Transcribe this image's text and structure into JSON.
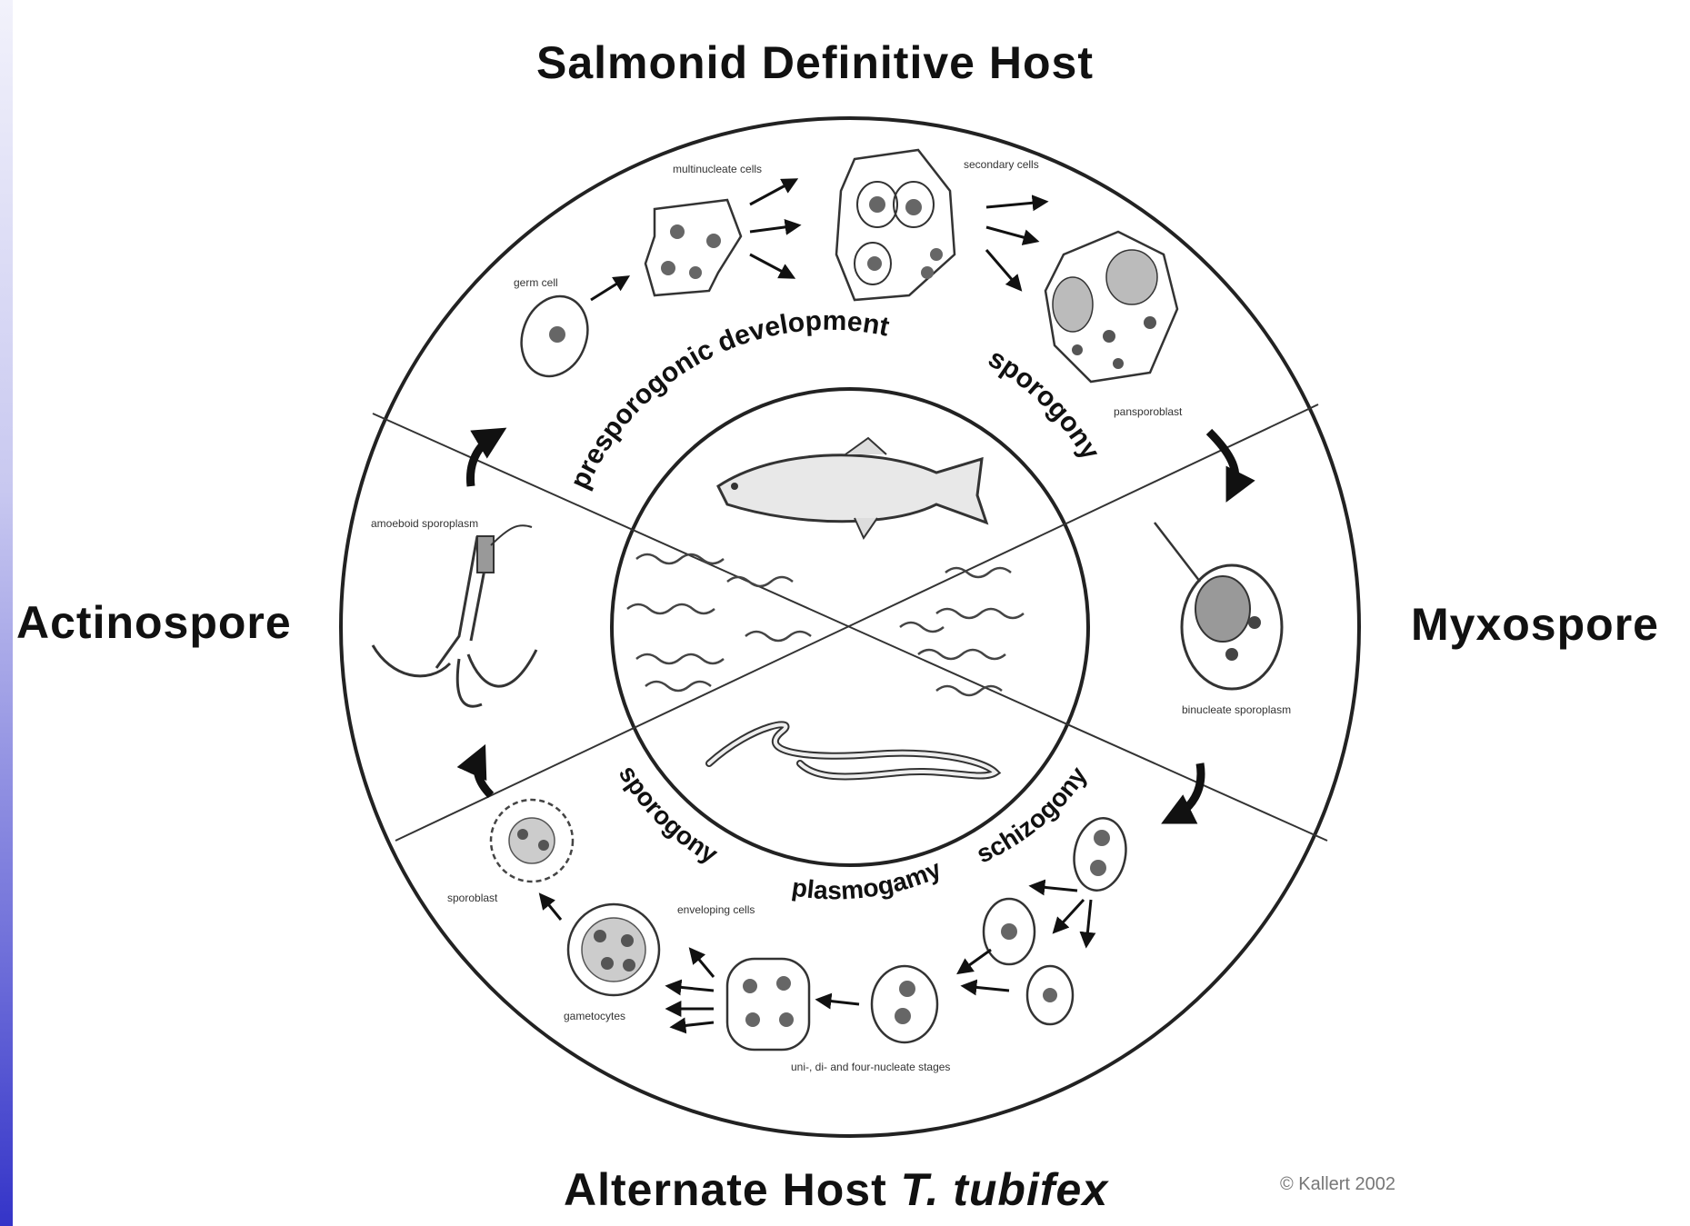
{
  "titles": {
    "top": "Salmonid  Definitive Host",
    "left": "Actinospore",
    "right": "Myxospore",
    "bottom_prefix": "Alternate Host ",
    "bottom_italic": "T. tubifex"
  },
  "copyright": "© Kallert 2002",
  "process_labels": {
    "presporogonic": "presporogonic development",
    "sporogony_top": "sporogony",
    "schizogony": "schizogony",
    "plasmogamy": "plasmogamy",
    "sporogony_bottom": "sporogony"
  },
  "small_labels": {
    "germ_cell": "germ cell",
    "multinucleate_cells": "multinucleate cells",
    "secondary_cells": "secondary cells",
    "pansporoblast": "pansporoblast",
    "binucleate_sporoplasm": "binucleate sporoplasm",
    "uni_di_four": "uni-, di- and four-nucleate stages",
    "gametocytes": "gametocytes",
    "enveloping_cells": "enveloping cells",
    "sporoblast": "sporoblast",
    "amoeboid_sporoplasm": "amoeboid sporoplasm"
  },
  "colors": {
    "ink": "#111111",
    "line": "#222222",
    "left_bar_bottom": "#3434c8"
  }
}
